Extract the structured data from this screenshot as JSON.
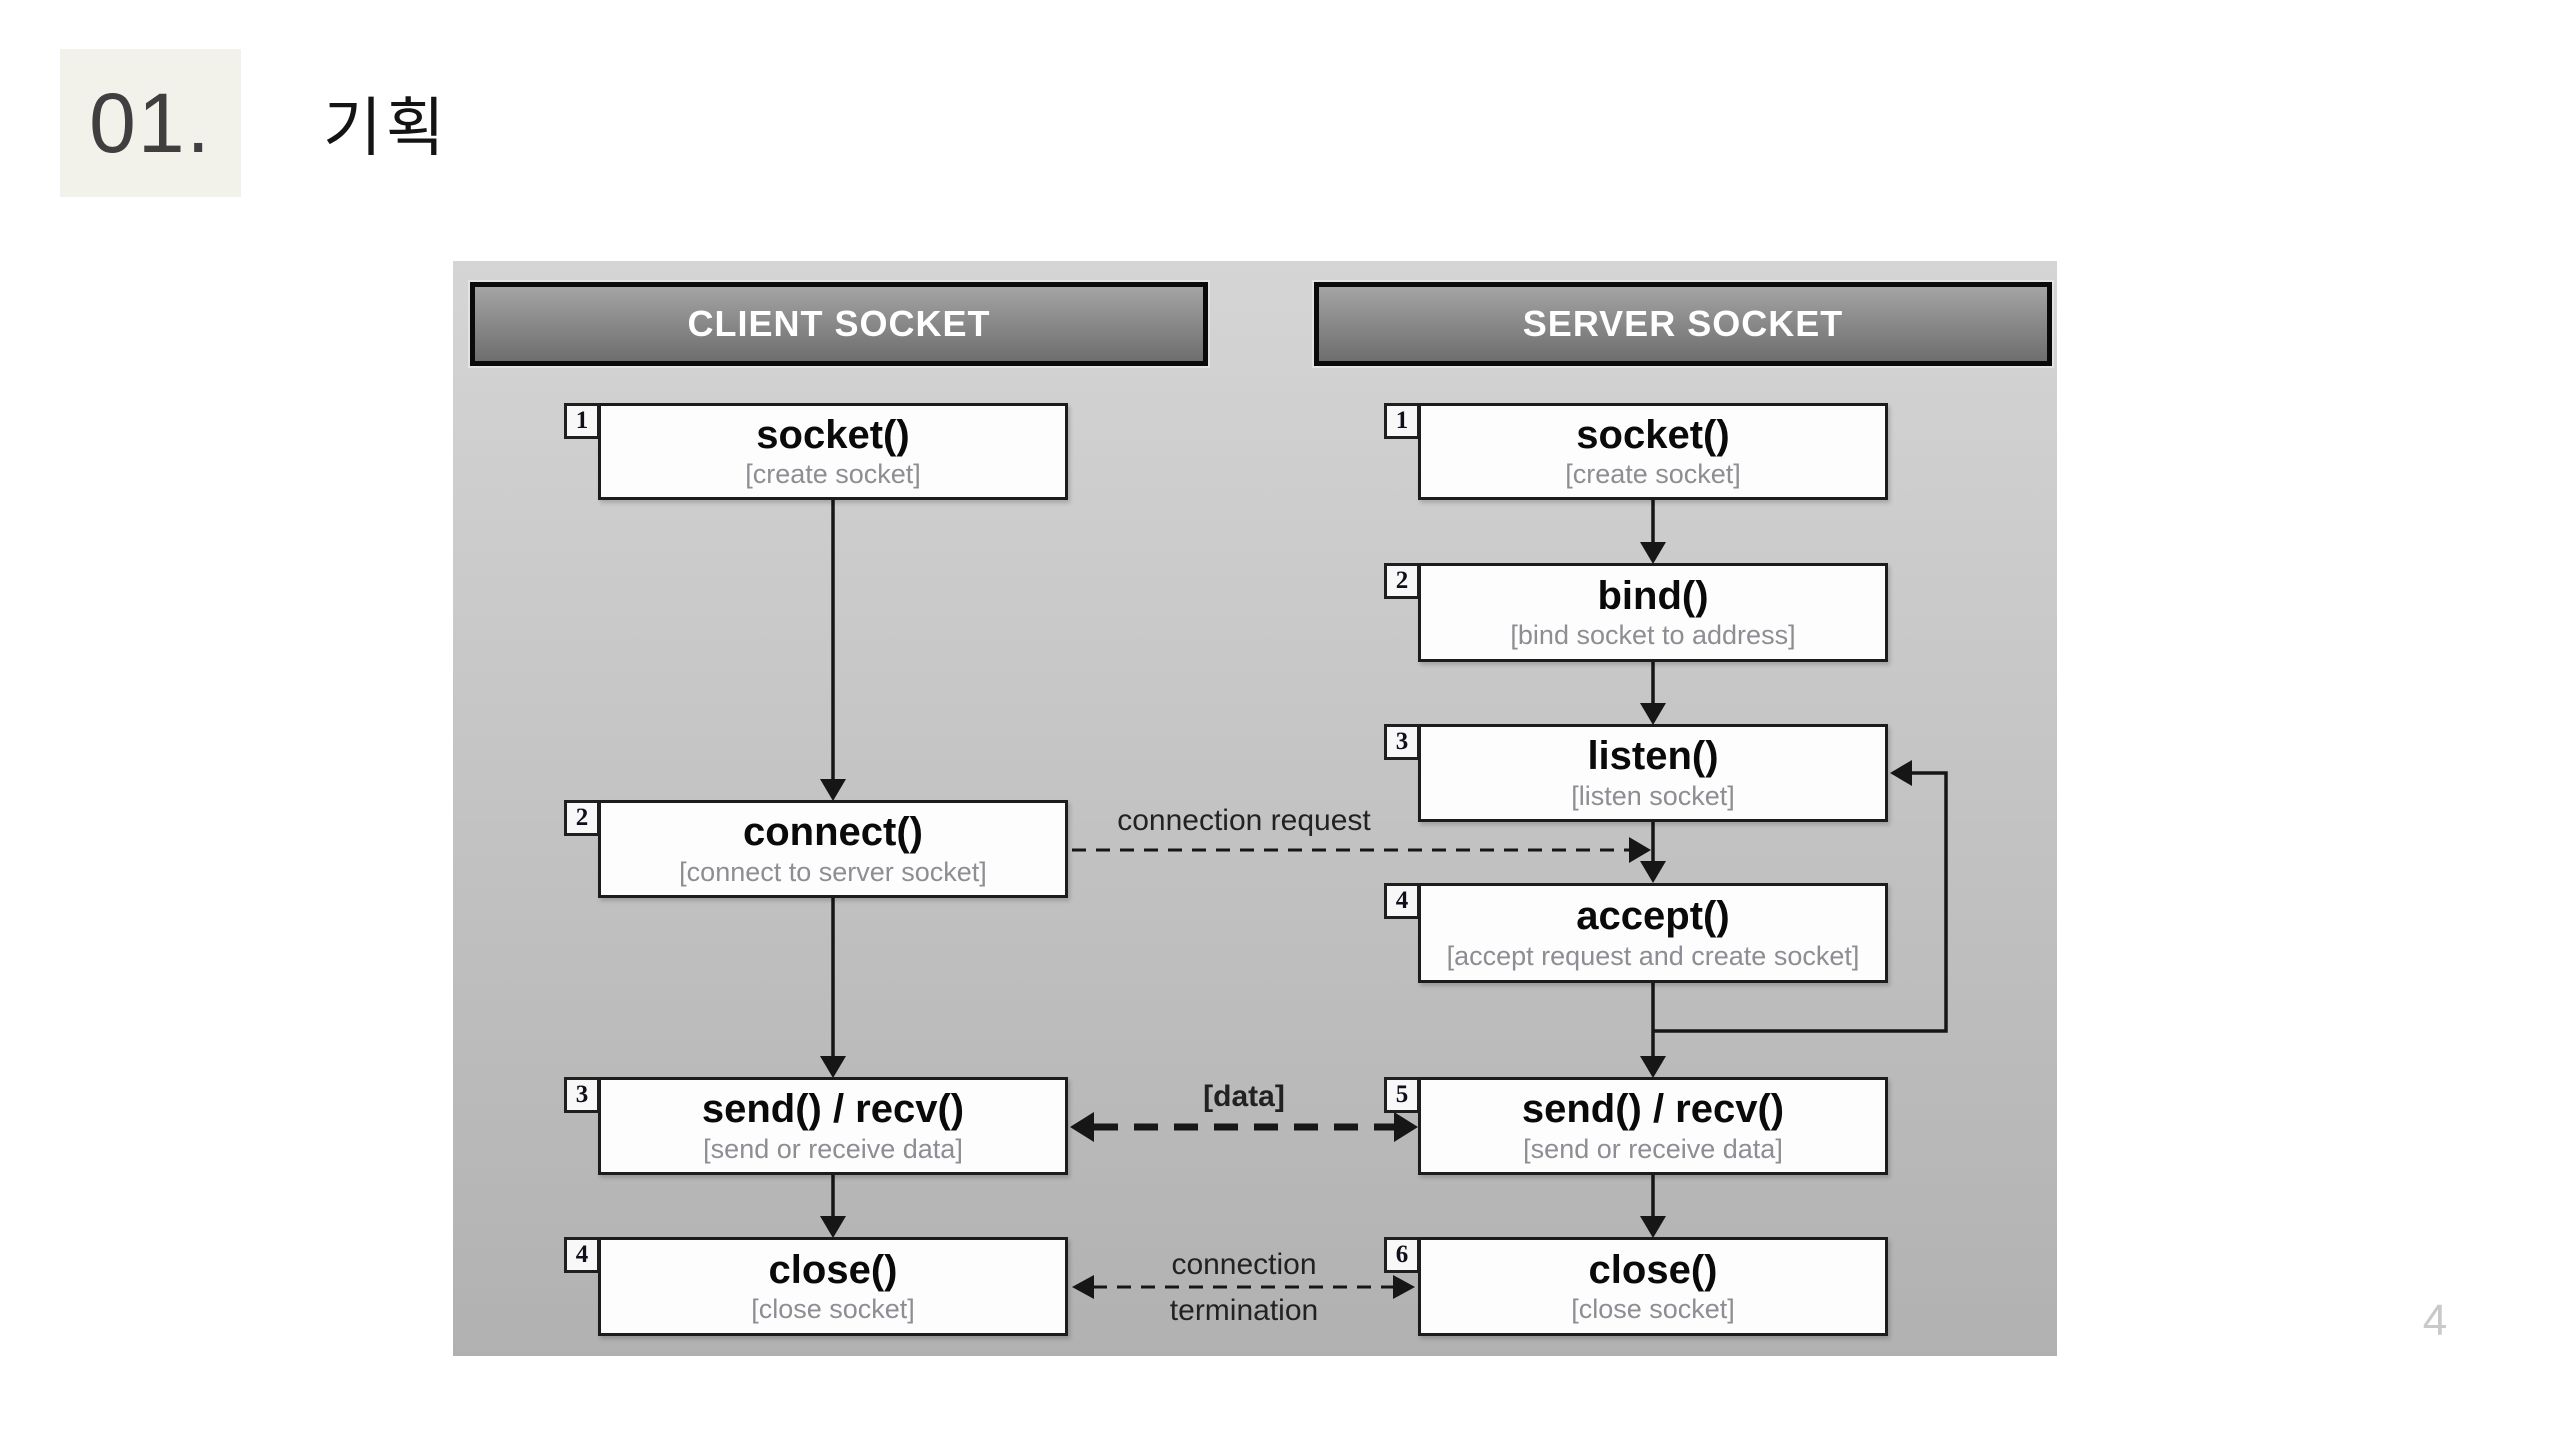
{
  "slide": {
    "section_number": "01.",
    "section_title": "기획",
    "page_number": "4"
  },
  "diagram": {
    "client": {
      "header": "CLIENT SOCKET",
      "steps": [
        {
          "num": "1",
          "name": "socket()",
          "desc": "[create socket]"
        },
        {
          "num": "2",
          "name": "connect()",
          "desc": "[connect to server socket]"
        },
        {
          "num": "3",
          "name": "send() / recv()",
          "desc": "[send or receive data]"
        },
        {
          "num": "4",
          "name": "close()",
          "desc": "[close socket]"
        }
      ]
    },
    "server": {
      "header": "SERVER SOCKET",
      "steps": [
        {
          "num": "1",
          "name": "socket()",
          "desc": "[create socket]"
        },
        {
          "num": "2",
          "name": "bind()",
          "desc": "[bind socket to address]"
        },
        {
          "num": "3",
          "name": "listen()",
          "desc": "[listen socket]"
        },
        {
          "num": "4",
          "name": "accept()",
          "desc": "[accept request and create socket]"
        },
        {
          "num": "5",
          "name": "send() / recv()",
          "desc": "[send or receive data]"
        },
        {
          "num": "6",
          "name": "close()",
          "desc": "[close socket]"
        }
      ]
    },
    "labels": {
      "connection_request": "connection request",
      "data": "[data]",
      "termination_line1": "connection",
      "termination_line2": "termination"
    }
  },
  "colors": {
    "page_bg": "#ffffff",
    "diagram_bg_top": "#d5d5d5",
    "diagram_bg_bottom": "#b1b1b1",
    "header_top": "#a4a4a4",
    "header_bottom": "#6e6e6e",
    "header_text": "#ffffff",
    "header_border": "#0a0a0a",
    "node_bg": "#fdfdfd",
    "node_border": "#1c1c1c",
    "fn_text": "#0a0a0a",
    "desc_text": "#8d8d93",
    "arrow": "#161616",
    "label_text": "#222222",
    "section_box_bg": "#f2f1ea",
    "section_number_text": "#3f3f3f",
    "section_title_text": "#141414",
    "page_number_text": "#c9c9c9"
  }
}
